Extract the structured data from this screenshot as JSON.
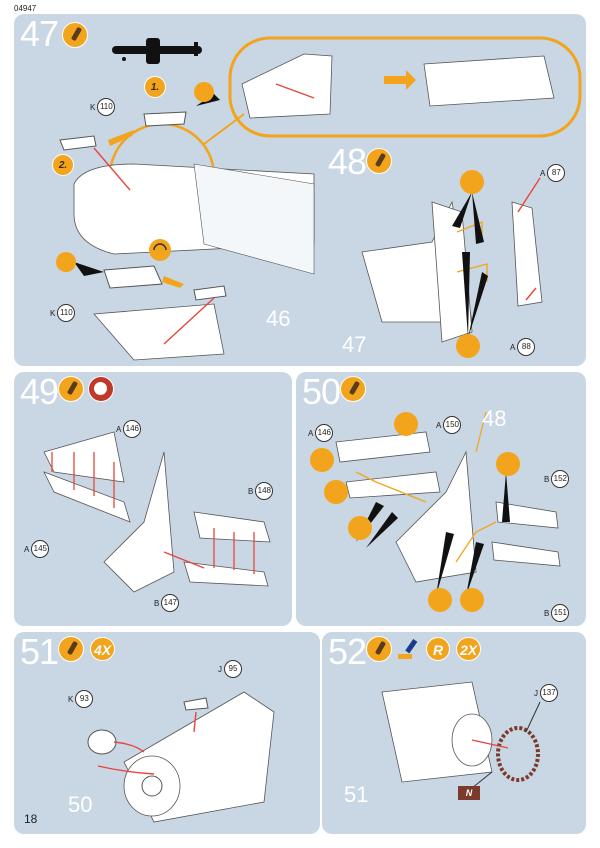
{
  "doc_code": "04947",
  "page_number": "18",
  "steps": {
    "s47": {
      "number": "47",
      "ref": "46",
      "sub1": "1.",
      "sub2": "2.",
      "parts": {
        "k110a": {
          "letter": "K",
          "num": "110"
        },
        "k110b": {
          "letter": "K",
          "num": "110"
        }
      }
    },
    "s48": {
      "number": "48",
      "ref": "47",
      "parts": {
        "a87": {
          "letter": "A",
          "num": "87"
        },
        "a88": {
          "letter": "A",
          "num": "88"
        }
      }
    },
    "s49": {
      "number": "49",
      "parts": {
        "a146": {
          "letter": "A",
          "num": "146"
        },
        "a145": {
          "letter": "A",
          "num": "145"
        },
        "b148": {
          "letter": "B",
          "num": "148"
        },
        "b147": {
          "letter": "B",
          "num": "147"
        }
      }
    },
    "s50": {
      "number": "50",
      "ref": "48",
      "parts": {
        "a146": {
          "letter": "A",
          "num": "146"
        },
        "a150": {
          "letter": "A",
          "num": "150"
        },
        "b152": {
          "letter": "B",
          "num": "152"
        },
        "b151": {
          "letter": "B",
          "num": "151"
        }
      }
    },
    "s51": {
      "number": "51",
      "ref": "50",
      "qty": "4X",
      "parts": {
        "k93": {
          "letter": "K",
          "num": "93"
        },
        "j95": {
          "letter": "J",
          "num": "95"
        }
      }
    },
    "s52": {
      "number": "52",
      "ref": "51",
      "qty": "2X",
      "paint_code": "R",
      "flag": "N",
      "parts": {
        "j137": {
          "letter": "J",
          "num": "137"
        }
      }
    }
  },
  "colors": {
    "panel": "#c9d6e4",
    "glue": "#f2a51c",
    "arrow": "#e8453c"
  }
}
